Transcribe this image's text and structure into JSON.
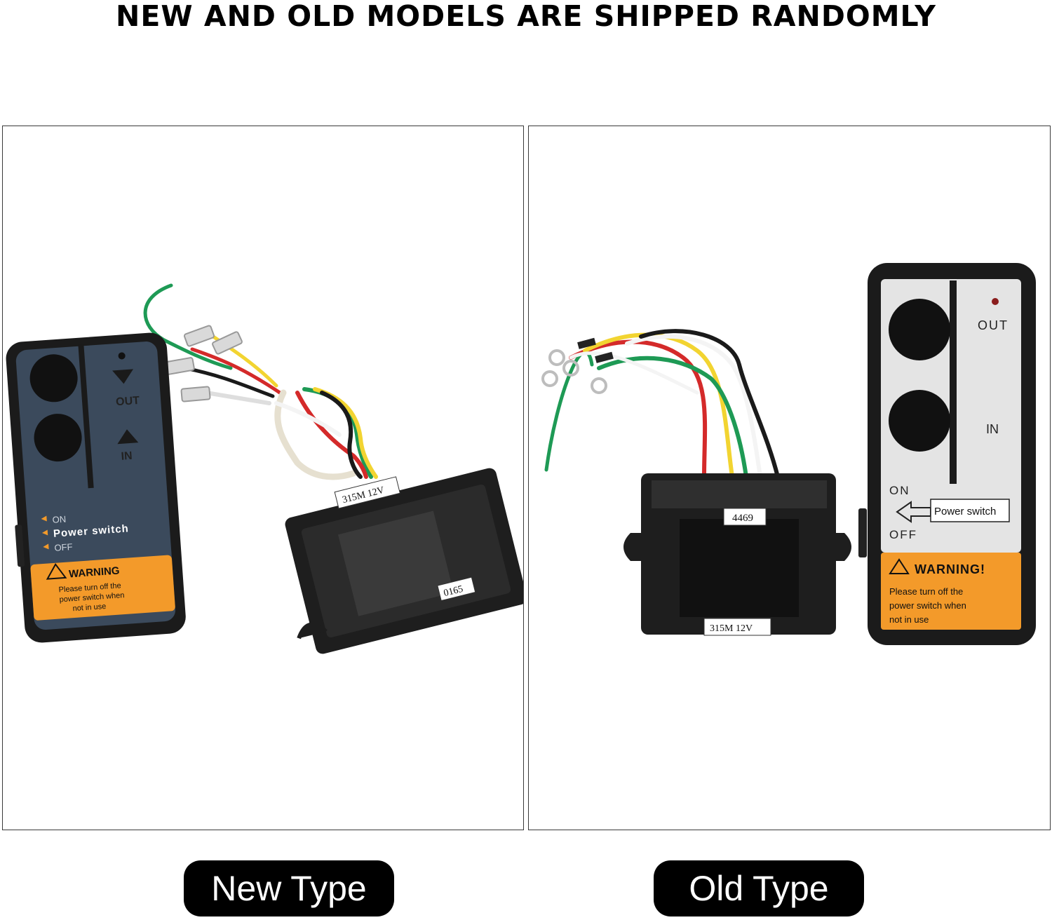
{
  "headline": "NEW AND OLD MODELS ARE SHIPPED RANDOMLY",
  "new_panel": {
    "caption": "New Type",
    "remote": {
      "out": "OUT",
      "in": "IN",
      "on": "ON",
      "power_switch": "Power switch",
      "off": "OFF",
      "warning_title": "WARNING",
      "warning_line1": "Please turn off the",
      "warning_line2": "power switch when",
      "warning_line3": "not in use"
    },
    "receiver": {
      "label_top": "315M  12V",
      "label_bottom": "0165"
    }
  },
  "old_panel": {
    "caption": "Old Type",
    "remote": {
      "out": "OUT",
      "in": "IN",
      "on": "ON",
      "power_switch": "Power switch",
      "off": "OFF",
      "warning_title": "WARNING!",
      "warning_line1": "Please turn off the",
      "warning_line2": "power switch when",
      "warning_line3": "not in use"
    },
    "receiver": {
      "label_top": "4469",
      "label_bottom": "315M  12V"
    }
  },
  "colors": {
    "remote_new_face": "#3b4a5c",
    "remote_old_face": "#e4e4e4",
    "warning_orange": "#f39a2a",
    "wire_red": "#d42a2a",
    "wire_yellow": "#f2d431",
    "wire_green": "#1e9a55",
    "wire_white": "#f4f4f4",
    "wire_black": "#1a1a1a"
  }
}
